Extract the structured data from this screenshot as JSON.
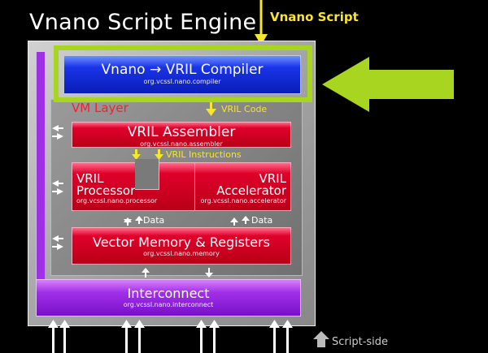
{
  "title": "Vnano Script Engine",
  "vnano_script_label": "Vnano Script",
  "vm_layer_label": "VM Layer",
  "compiler": {
    "title": "Vnano → VRIL  Compiler",
    "package": "org.vcssl.nano.compiler"
  },
  "vril_code_label": "VRIL Code",
  "assembler": {
    "title": "VRIL Assembler",
    "package": "org.vcssl.nano.assembler"
  },
  "vril_instructions_label": "VRIL Instructions",
  "processor": {
    "title_line1": "VRIL",
    "title_line2": "Processor",
    "package": "org.vcssl.nano.processor"
  },
  "accelerator": {
    "title_line1": "VRIL",
    "title_line2": "Accelerator",
    "package": "org.vcssl.nano.accelerator"
  },
  "data_label_left": "Data",
  "data_label_right": "Data",
  "memory": {
    "title": "Vector Memory & Registers",
    "package": "org.vcssl.nano.memory"
  },
  "interconnect": {
    "title": "Interconnect",
    "package": "org.vcssl.nano.interconnect"
  },
  "script_side_label": "Script-side",
  "colors": {
    "compiler": "#1a34e8",
    "red_blocks": "#e0002a",
    "interconnect": "#a030e8",
    "highlight_frame": "#a8d51f",
    "script_label": "#f6e531"
  }
}
